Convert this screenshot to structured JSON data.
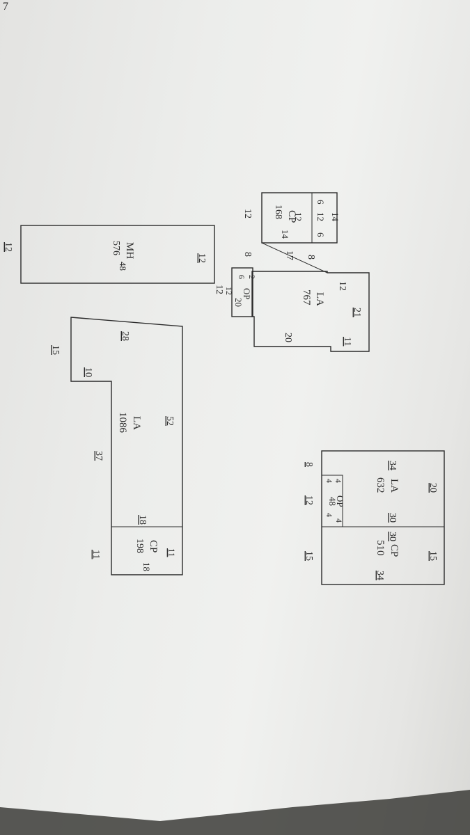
{
  "corner_mark": "7",
  "buildings": {
    "main": {
      "la_code": "LA",
      "la_area": "767",
      "dims": [
        "21",
        "12",
        "11",
        "20",
        "17",
        "8",
        "8",
        "12",
        "12"
      ],
      "cp": {
        "code": "CP",
        "area": "168",
        "dims": [
          "6",
          "12",
          "6",
          "14",
          "12",
          "14"
        ]
      },
      "op": {
        "code": "OP",
        "area": "20",
        "dims": [
          "2",
          "6",
          "12"
        ]
      },
      "mh": {
        "code": "MH",
        "area": "576",
        "dims": [
          "12",
          "48",
          "12"
        ]
      }
    },
    "large": {
      "la_code": "LA",
      "la_area": "1086",
      "dims": [
        "52",
        "37",
        "28",
        "10",
        "15",
        "18",
        "11"
      ],
      "cp": {
        "code": "CP",
        "area": "198",
        "dims": [
          "11",
          "18",
          "11"
        ]
      }
    },
    "right": {
      "la_code": "LA",
      "la_area": "632",
      "dims": [
        "20",
        "34",
        "30",
        "8",
        "4",
        "4",
        "12"
      ],
      "op": {
        "code": "OP",
        "area": "48",
        "dims": [
          "4",
          "4"
        ]
      },
      "cp": {
        "code": "CP",
        "area": "510",
        "dims": [
          "15",
          "30",
          "34",
          "15"
        ]
      }
    }
  }
}
